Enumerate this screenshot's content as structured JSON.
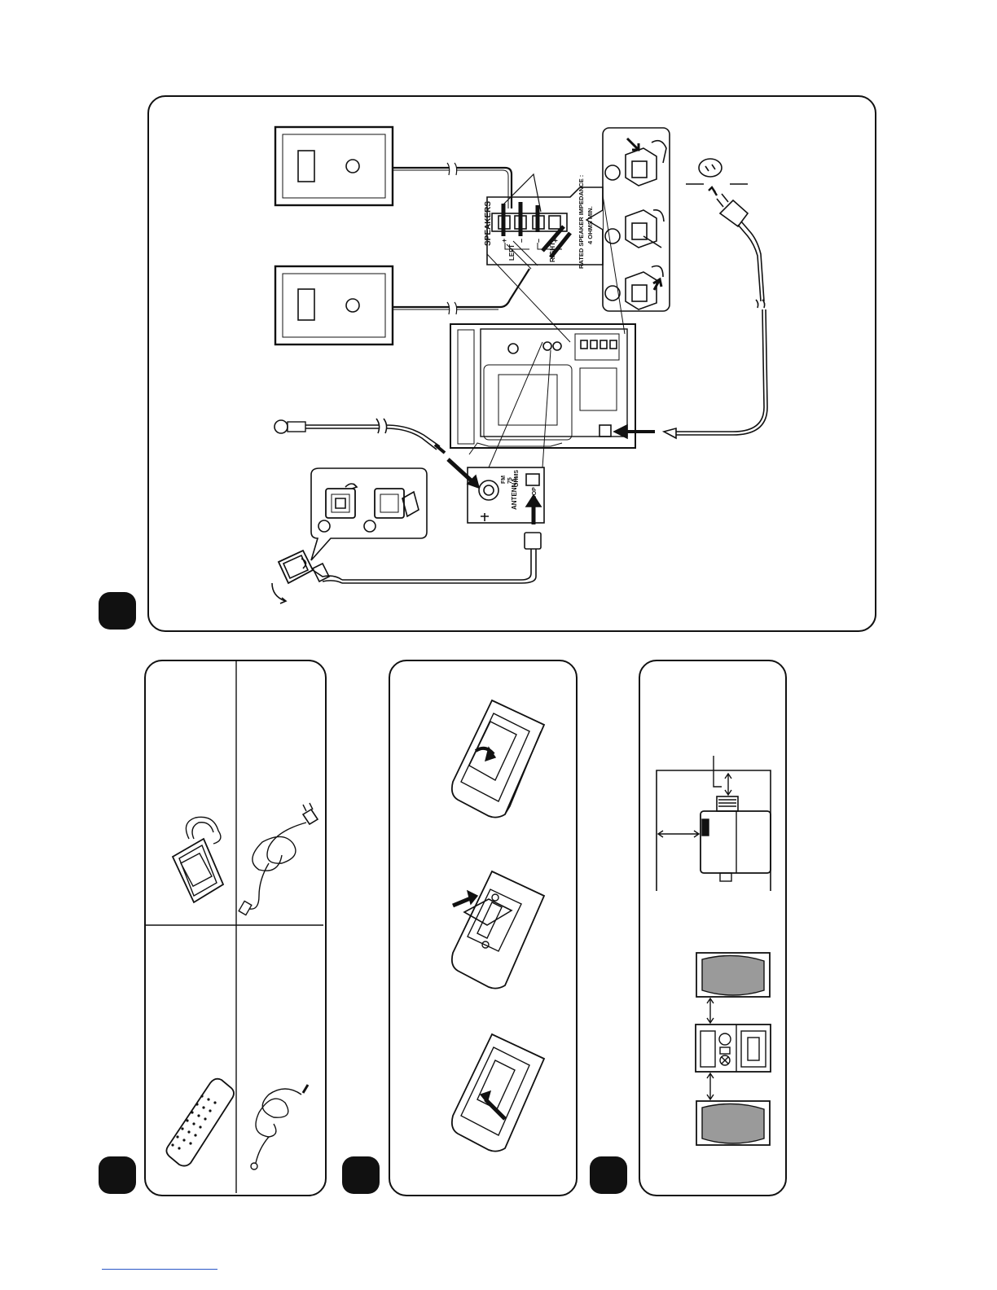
{
  "connection_diagram": {
    "speaker_terminal": {
      "title": "SPEAKERS",
      "left_label": "LEFT",
      "right_label": "RIGHT",
      "plus_sign": "+",
      "minus_sign": "–",
      "impedance_line1": "RATED SPEAKER IMPEDANCE :",
      "impedance_line2": "4 OHMS MIN."
    },
    "antenna_terminal": {
      "title": "ANTENNA",
      "fm_line1": "FM",
      "fm_line2": "75",
      "fm_line3": "OHMS",
      "loop_label": "LOOP"
    }
  },
  "accessories": [
    "AM loop antenna",
    "AC power cord",
    "Remote control",
    "FM antenna wire"
  ],
  "battery_steps": 3,
  "placement": [
    "unit-clearance",
    "speaker-arrangement"
  ]
}
